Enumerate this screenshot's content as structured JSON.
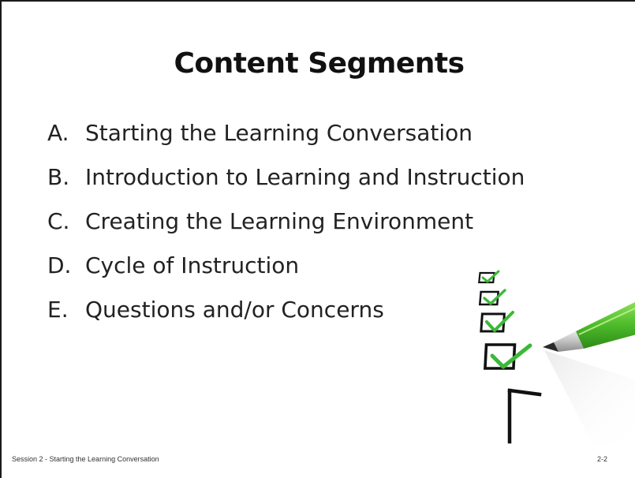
{
  "slide": {
    "title": "Content Segments",
    "items": [
      {
        "letter": "A.",
        "text": "Starting the Learning Conversation"
      },
      {
        "letter": "B.",
        "text": "Introduction to Learning and Instruction"
      },
      {
        "letter": "C.",
        "text": "Creating the Learning Environment"
      },
      {
        "letter": "D.",
        "text": "Cycle of Instruction"
      },
      {
        "letter": "E.",
        "text": "Questions and/or Concerns"
      }
    ],
    "illustration": {
      "icon": "checklist-pen-icon",
      "checked_boxes": 4,
      "unchecked_boxes": 1,
      "check_color": "#3cb838",
      "pen_color": "#5cc832"
    }
  },
  "footer": {
    "session_label": "Session 2 - Starting the Learning Conversation",
    "page_number": "2-2"
  }
}
